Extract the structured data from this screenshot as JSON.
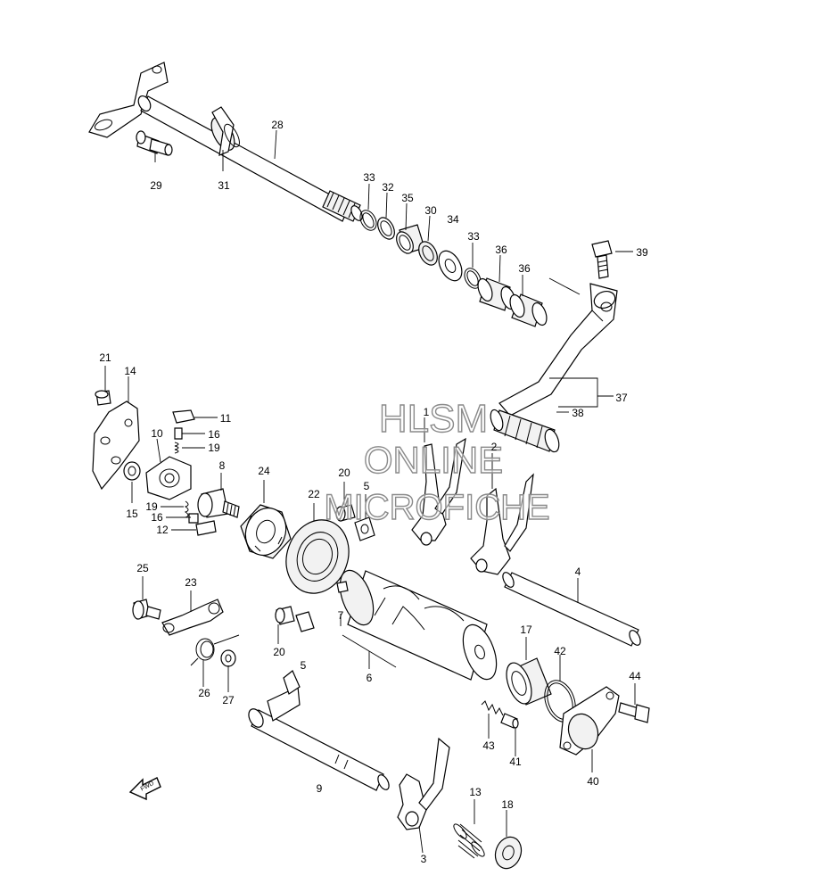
{
  "watermark": {
    "line1": "HLSM",
    "line2": "ONLINE",
    "line3": "MICROFICHE"
  },
  "fwd_label": "FWD",
  "callouts": [
    {
      "id": "c28",
      "text": "28"
    },
    {
      "id": "c29",
      "text": "29"
    },
    {
      "id": "c31",
      "text": "31"
    },
    {
      "id": "c33a",
      "text": "33"
    },
    {
      "id": "c32",
      "text": "32"
    },
    {
      "id": "c35",
      "text": "35"
    },
    {
      "id": "c30",
      "text": "30"
    },
    {
      "id": "c34",
      "text": "34"
    },
    {
      "id": "c33b",
      "text": "33"
    },
    {
      "id": "c36a",
      "text": "36"
    },
    {
      "id": "c36b",
      "text": "36"
    },
    {
      "id": "c39",
      "text": "39"
    },
    {
      "id": "c37",
      "text": "37"
    },
    {
      "id": "c38",
      "text": "38"
    },
    {
      "id": "c21",
      "text": "21"
    },
    {
      "id": "c14",
      "text": "14"
    },
    {
      "id": "c11",
      "text": "11"
    },
    {
      "id": "c16a",
      "text": "16"
    },
    {
      "id": "c19a",
      "text": "19"
    },
    {
      "id": "c10",
      "text": "10"
    },
    {
      "id": "c8",
      "text": "8"
    },
    {
      "id": "c24",
      "text": "24"
    },
    {
      "id": "c20a",
      "text": "20"
    },
    {
      "id": "c5a",
      "text": "5"
    },
    {
      "id": "c1",
      "text": "1"
    },
    {
      "id": "c2",
      "text": "2"
    },
    {
      "id": "c15",
      "text": "15"
    },
    {
      "id": "c19b",
      "text": "19"
    },
    {
      "id": "c16b",
      "text": "16"
    },
    {
      "id": "c12",
      "text": "12"
    },
    {
      "id": "c22",
      "text": "22"
    },
    {
      "id": "c4",
      "text": "4"
    },
    {
      "id": "c25",
      "text": "25"
    },
    {
      "id": "c23",
      "text": "23"
    },
    {
      "id": "c7",
      "text": "7"
    },
    {
      "id": "c20b",
      "text": "20"
    },
    {
      "id": "c5b",
      "text": "5"
    },
    {
      "id": "c6",
      "text": "6"
    },
    {
      "id": "c17",
      "text": "17"
    },
    {
      "id": "c42",
      "text": "42"
    },
    {
      "id": "c44",
      "text": "44"
    },
    {
      "id": "c26",
      "text": "26"
    },
    {
      "id": "c27",
      "text": "27"
    },
    {
      "id": "c43",
      "text": "43"
    },
    {
      "id": "c41",
      "text": "41"
    },
    {
      "id": "c40",
      "text": "40"
    },
    {
      "id": "c9",
      "text": "9"
    },
    {
      "id": "c13",
      "text": "13"
    },
    {
      "id": "c18",
      "text": "18"
    },
    {
      "id": "c3",
      "text": "3"
    }
  ]
}
